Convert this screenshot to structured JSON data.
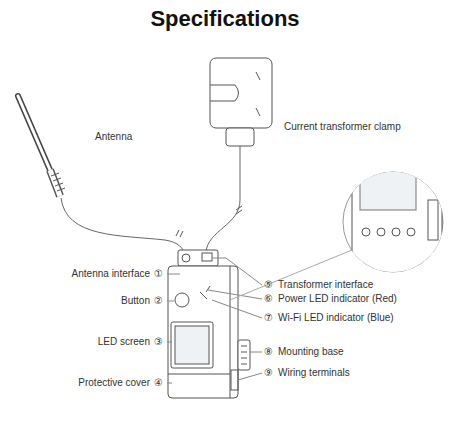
{
  "diagram": {
    "title": "Specifications",
    "labels": [
      "Antenna",
      "Current transformer clamp",
      "Antenna interface",
      "①",
      "Button",
      "②",
      "LED screen",
      "③",
      "Protective cover",
      "④",
      "⑤",
      "Transformer interface",
      "⑥",
      "Power LED indicator (Red)",
      "⑦",
      "Wi-Fi LED indicator (Blue)",
      "⑧",
      "Mounting base",
      "⑨",
      "Wiring terminals"
    ]
  }
}
